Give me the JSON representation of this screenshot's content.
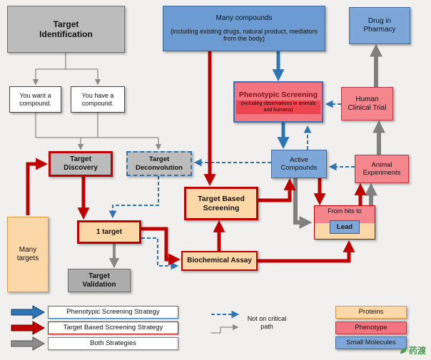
{
  "diagram": {
    "boxes": {
      "target_identification": "Target Identification",
      "many_compounds_title": "Many compounds",
      "many_compounds_detail": "(including existing drugs, natural product, mediators from the body)",
      "drug_in_pharmacy": "Drug in Pharmacy",
      "you_want_compound": "You want a compound.",
      "you_have_compound": "You have a compound.",
      "phenotypic_screening_title": "Phenotypic Screening",
      "phenotypic_screening_subtitle": "(including observations in animals and humans)",
      "human_clinical_trial": "Human Clinical Trial",
      "target_discovery": "Target Discovery",
      "target_deconvolution": "Target Deconvolution",
      "active_compounds": "Active Compounds",
      "animal_experiments": "Animal Experiments",
      "target_based_screening": "Target Based Screening",
      "one_target": "1 target",
      "from_hits_to": "From hits to",
      "lead": "Lead",
      "many_targets": "Many targets",
      "biochemical_assay": "Biochemical Assay",
      "target_validation": "Target Validation"
    },
    "legend": {
      "phenotypic_strategy": "Phenotypic Screening Strategy",
      "target_based_strategy": "Target Based Screening Strategy",
      "both_strategies": "Both Strategies",
      "not_on_critical_path": "Not on critical path",
      "proteins": "Proteins",
      "phenotype": "Phenotype",
      "small_molecules": "Small Molecules"
    },
    "watermark": "药渡",
    "colors": {
      "proteins_fill": "#fcd7a8",
      "phenotype_fill": "#f4757f",
      "small_molecules_fill": "#7da7d8",
      "gray_box_fill": "#bcbcbc",
      "red_path": "#c00000",
      "blue_path": "#2e75b6",
      "gray_path": "#808080"
    }
  }
}
